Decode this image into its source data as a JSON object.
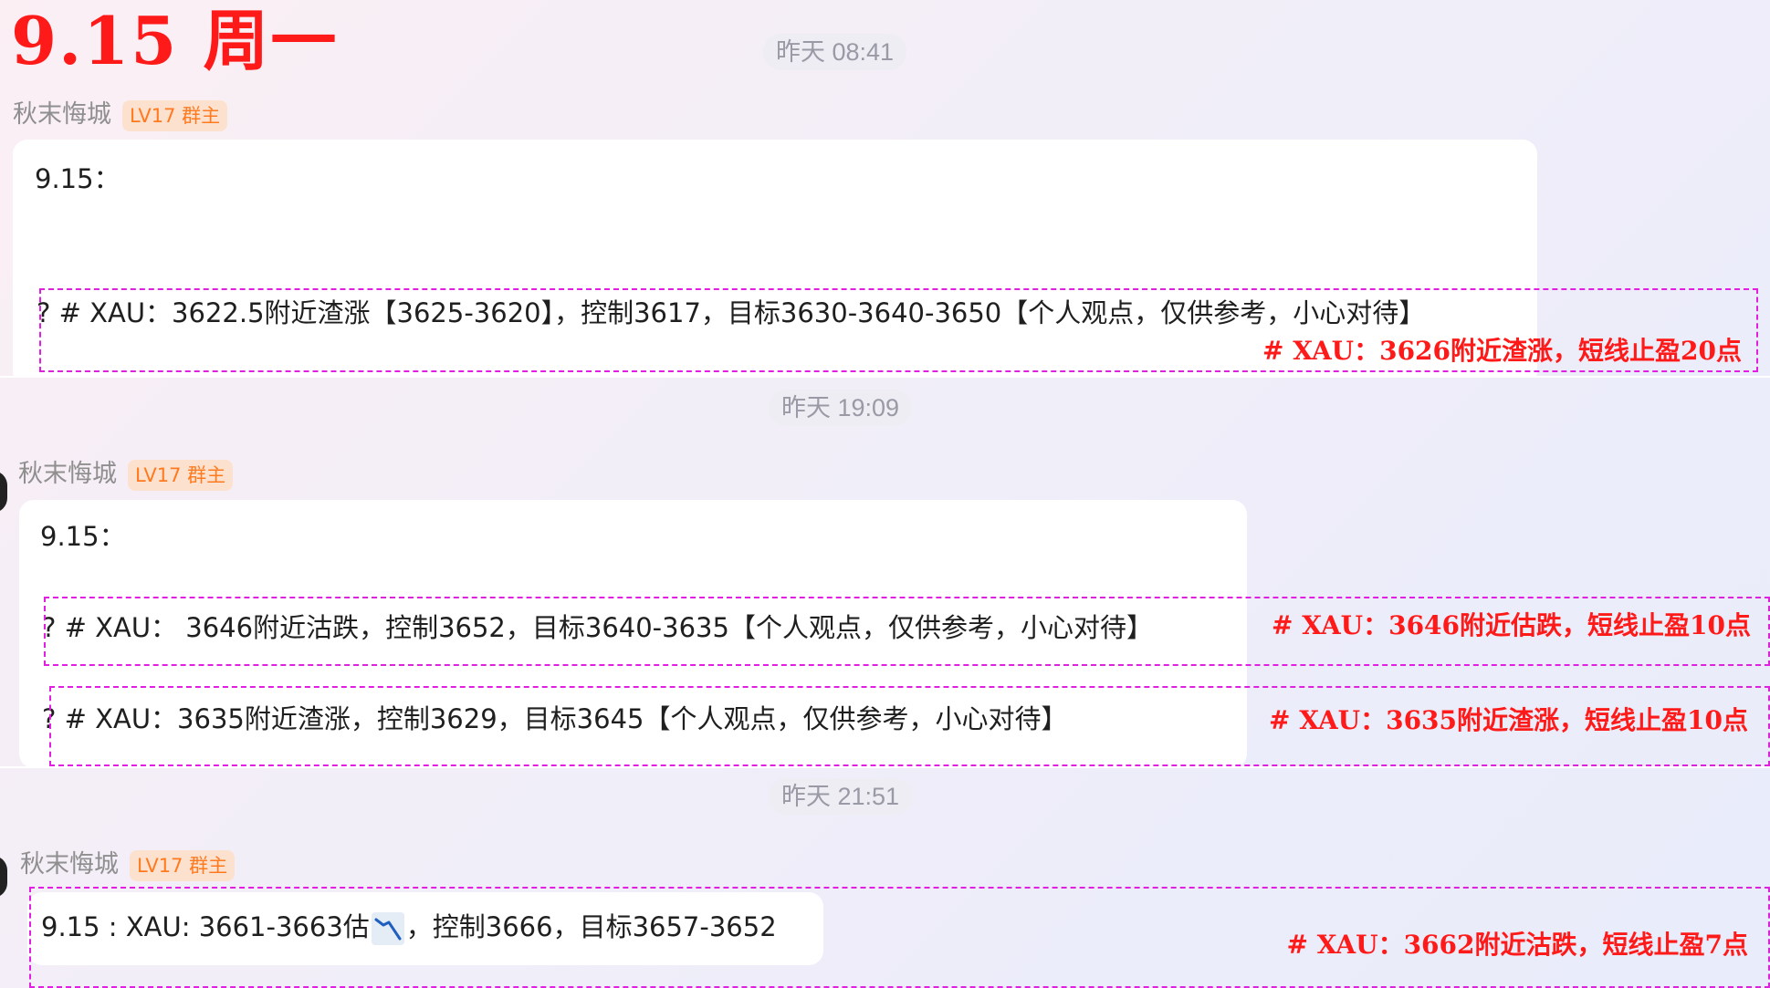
{
  "header": {
    "title": "9.15 周一"
  },
  "messages": [
    {
      "time": "昨天 08:41",
      "sender": "秋末悔城",
      "badge": "LV17 群主",
      "date_line": "9.15：",
      "lines": [
        {
          "text": "? # XAU：3622.5附近渣涨【3625-3620】，控制3617，目标3630-3640-3650【个人观点，仅供参考，小心对待】",
          "note": "# XAU：3626附近渣涨，短线止盈20点"
        }
      ]
    },
    {
      "time": "昨天 19:09",
      "sender": "秋末悔城",
      "badge": "LV17 群主",
      "date_line": "9.15：",
      "lines": [
        {
          "text": "? # XAU： 3646附近沽跌，控制3652，目标3640-3635【个人观点，仅供参考，小心对待】",
          "note": "# XAU：3646附近估跌，短线止盈10点"
        },
        {
          "text": "? # XAU：3635附近渣涨，控制3629，目标3645【个人观点，仅供参考，小心对待】",
          "note": "# XAU：3635附近渣涨，短线止盈10点"
        }
      ]
    },
    {
      "time": "昨天 21:51",
      "sender": "秋末悔城",
      "badge": "LV17 群主",
      "text_before": "9.15 : XAU: 3661-3663估",
      "icon": "chart-decreasing-icon",
      "text_after": "，控制3666，目标3657-3652",
      "note": "# XAU：3662附近沽跌，短线止盈7点"
    }
  ]
}
